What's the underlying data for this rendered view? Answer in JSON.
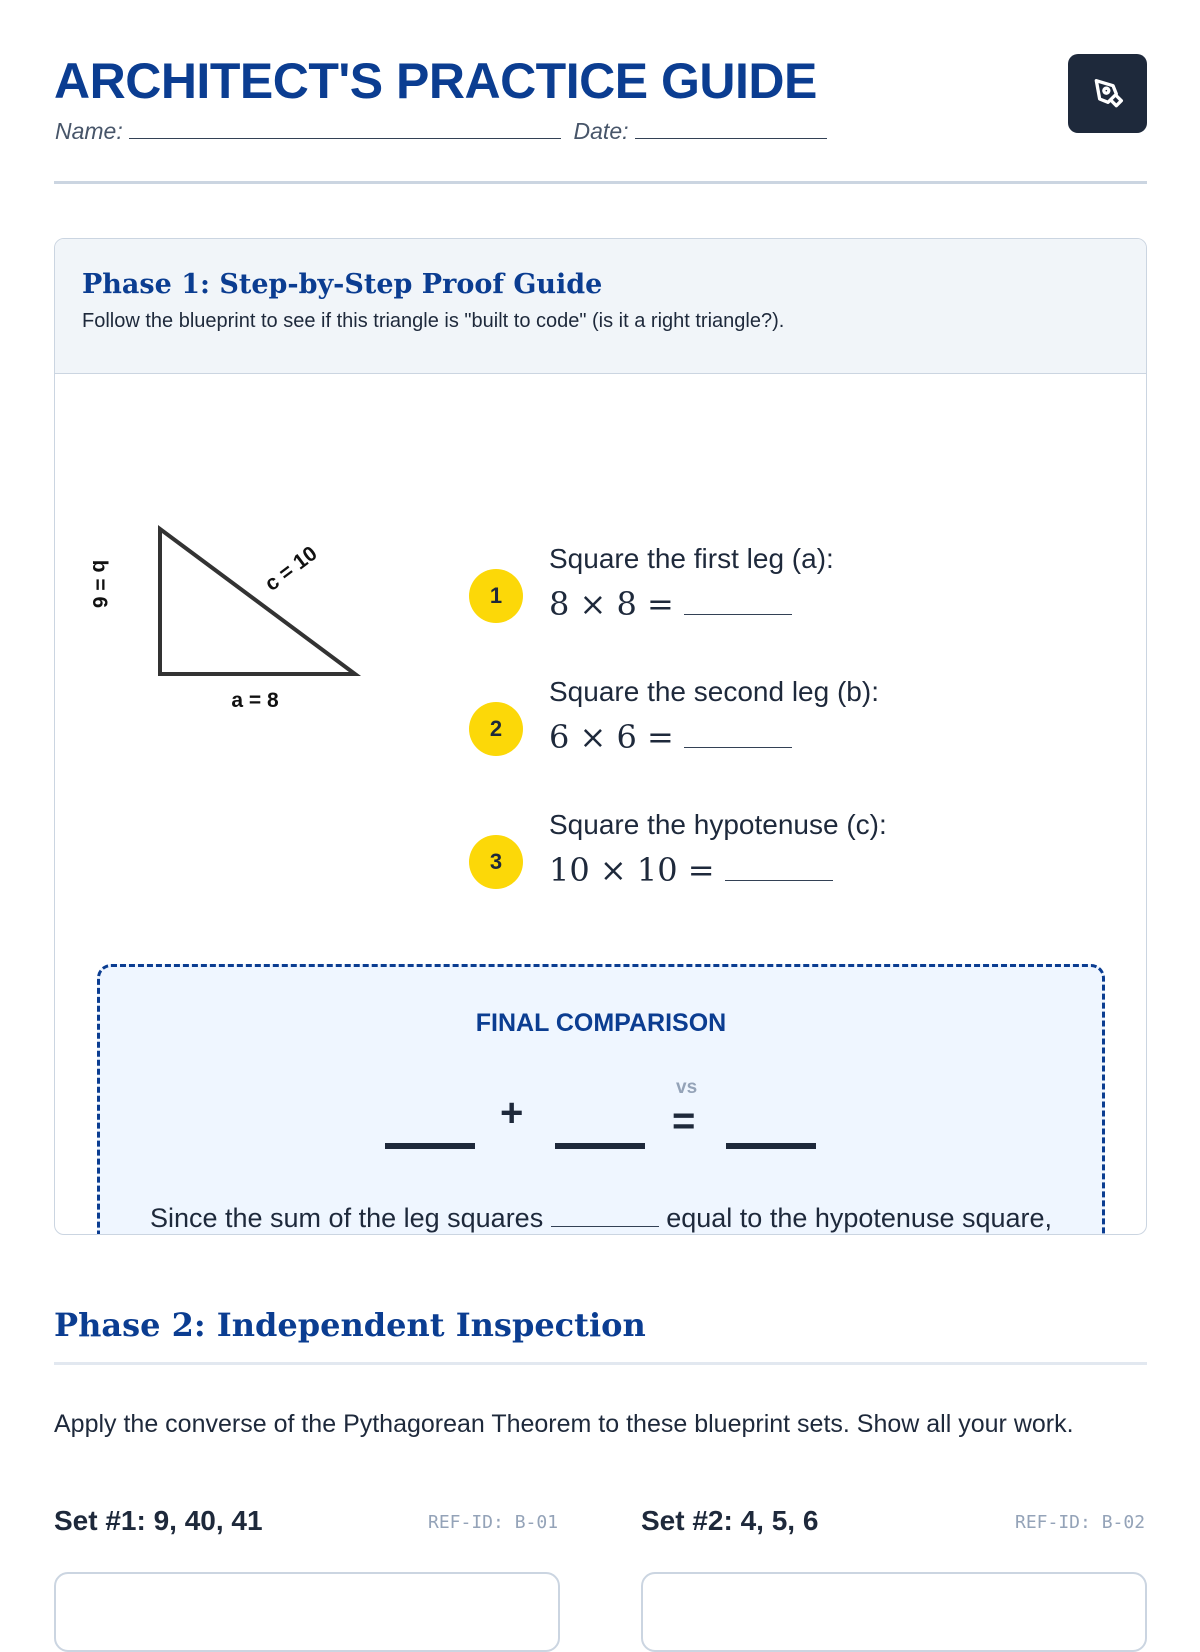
{
  "header": {
    "title": "ARCHITECT'S PRACTICE GUIDE",
    "name_label": "Name:",
    "date_label": "Date:",
    "icon": "pen-tool-icon"
  },
  "phase1": {
    "title": "Phase 1: Step-by-Step Proof Guide",
    "subtitle": "Follow the blueprint to see if this triangle is \"built to code\" (is it a right triangle?).",
    "triangle": {
      "label_a": "a = 8",
      "label_b": "b = 6",
      "label_c": "c = 10"
    },
    "steps": [
      {
        "num": "1",
        "label": "Square the first leg (a):",
        "expr": "8 × 8 ="
      },
      {
        "num": "2",
        "label": "Square the second leg (b):",
        "expr": "6 × 6 ="
      },
      {
        "num": "3",
        "label": "Square the hypotenuse (c):",
        "expr": "10 × 10 ="
      }
    ],
    "final": {
      "title": "FINAL COMPARISON",
      "plus": "+",
      "equals": "=",
      "vs": "vs",
      "conclusion_a": "Since the sum of the leg squares",
      "conclusion_b": "equal to the hypotenuse square, this IS a right triangle!"
    }
  },
  "phase2": {
    "title": "Phase 2: Independent Inspection",
    "instructions": "Apply the converse of the Pythagorean Theorem to these blueprint sets. Show all your work.",
    "sets": [
      {
        "title": "Set #1: 9, 40, 41",
        "ref": "REF-ID: B-01"
      },
      {
        "title": "Set #2: 4, 5, 6",
        "ref": "REF-ID: B-02"
      }
    ]
  }
}
